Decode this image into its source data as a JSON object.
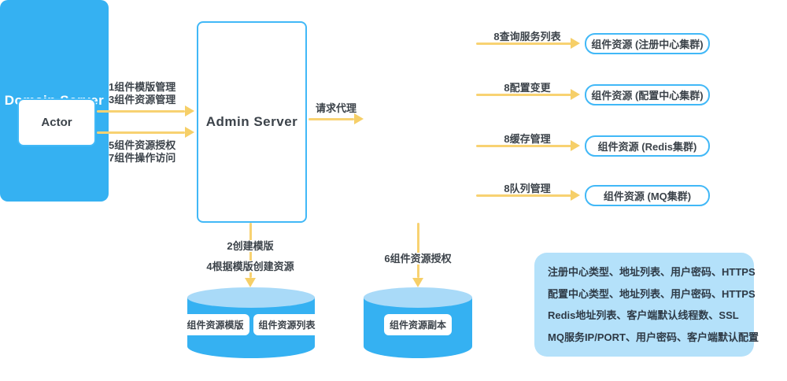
{
  "colors": {
    "border_blue": "#41b8f7",
    "fill_blue": "#35b1f2",
    "cylinder_top_blue": "#a9daf8",
    "arrow_yellow": "#f8d272",
    "text_dark": "#3c434a",
    "info_bg": "#b4e1fa"
  },
  "actor": {
    "label": "Actor"
  },
  "admin_server": {
    "label": "Admin Server"
  },
  "domain_server": {
    "label": "Domain Server"
  },
  "actor_to_admin": {
    "top_labels": [
      "1组件模版管理",
      "3组件资源管理"
    ],
    "bottom_labels": [
      "5组件资源授权",
      "7组件操作访问"
    ]
  },
  "proxy_arrow": {
    "label": "请求代理"
  },
  "right_flows": [
    {
      "label": "8查询服务列表",
      "target": "组件资源 (注册中心集群)"
    },
    {
      "label": "8配置变更",
      "target": "组件资源 (配置中心集群)"
    },
    {
      "label": "8缓存管理",
      "target": "组件资源 (Redis集群)"
    },
    {
      "label": "8队列管理",
      "target": "组件资源 (MQ集群)"
    }
  ],
  "admin_storage": {
    "arrow_labels": [
      "2创建模版",
      "4根据模版创建资源"
    ],
    "items": [
      "组件资源模版",
      "组件资源列表"
    ]
  },
  "domain_storage": {
    "arrow_label": "6组件资源授权",
    "items": [
      "组件资源副本"
    ]
  },
  "config_notes": {
    "lines": [
      "注册中心类型、地址列表、用户密码、HTTPS",
      "配置中心类型、地址列表、用户密码、HTTPS",
      "Redis地址列表、客户端默认线程数、SSL",
      "MQ服务IP/PORT、用户密码、客户端默认配置"
    ]
  }
}
